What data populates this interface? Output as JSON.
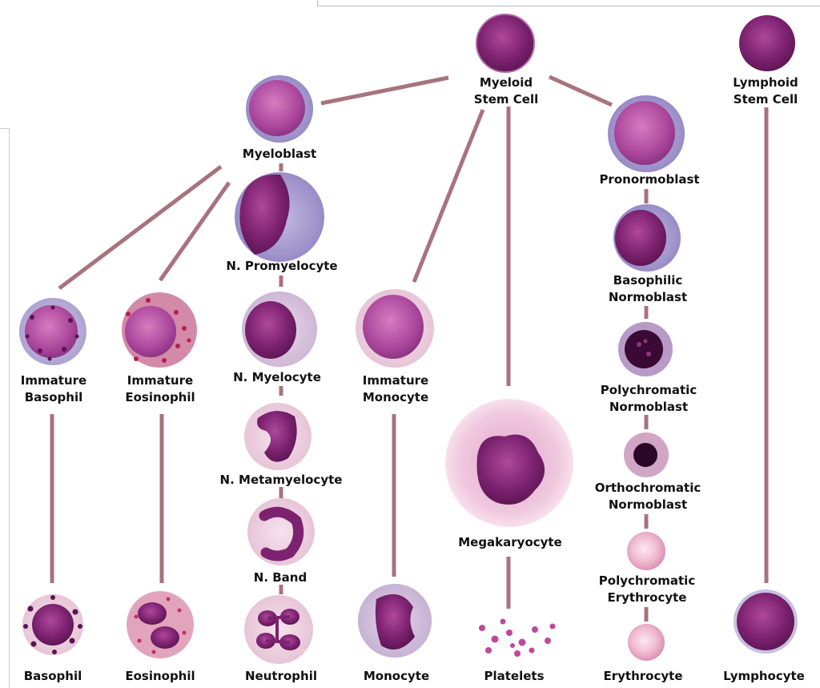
{
  "cells": {
    "myeloid_stem": "Myeloid\nStem Cell",
    "lymphoid_stem": "Lymphoid\nStem Cell",
    "myeloblast": "Myeloblast",
    "promyelocyte": "N. Promyelocyte",
    "myelocyte": "N. Myelocyte",
    "metamyelocyte": "N. Metamyelocyte",
    "band": "N. Band",
    "neutrophil": "Neutrophil",
    "imm_basophil": "Immature\nBasophil",
    "basophil": "Basophil",
    "imm_eosinophil": "Immature\nEosinophil",
    "eosinophil": "Eosinophil",
    "imm_monocyte": "Immature\nMonocyte",
    "monocyte": "Monocyte",
    "megakaryocyte": "Megakaryocyte",
    "platelets": "Platelets",
    "pronormoblast": "Pronormoblast",
    "basophilic_normoblast": "Basophilic\nNormoblast",
    "polychromatic_normoblast": "Polychromatic\nNormoblast",
    "orthochromatic_normoblast": "Orthochromatic\nNormoblast",
    "polychromatic_erythrocyte": "Polychromatic\nErythrocyte",
    "erythrocyte": "Erythrocyte",
    "lymphocyte": "Lymphocyte"
  },
  "colors": {
    "connector": "#a8737e",
    "nucleus_dark": "#6a1a5e",
    "nucleus_mid": "#9a3a86",
    "cytoplasm_pink": "#e8c4d8",
    "cytoplasm_blue": "#9a8ec8",
    "erythrocyte": "#e8a8c4"
  }
}
